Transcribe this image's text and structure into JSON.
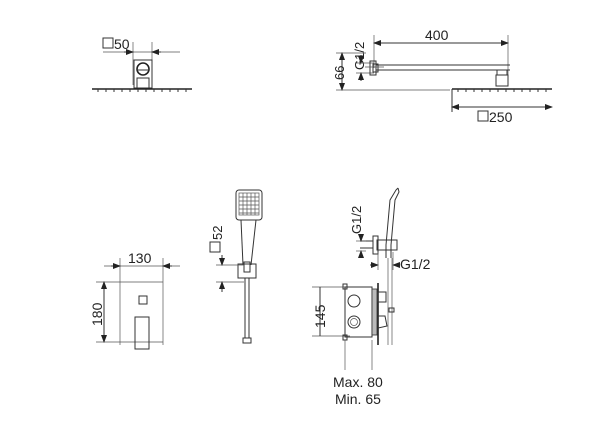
{
  "drawing": {
    "title": "Concealed shower system technical drawing",
    "views": {
      "shower_head_side": {
        "dim_arm_width": "50",
        "dim_arm_width_prefix": "square"
      },
      "shower_arm_side": {
        "arm_length": "400",
        "thread": "G1/2",
        "height_offset": "66",
        "head_size": "250",
        "head_size_prefix": "square"
      },
      "hand_shower": {
        "holder_size": "52",
        "holder_size_prefix": "square"
      },
      "cover_plate_front": {
        "width": "130",
        "height": "180"
      },
      "mixer_side": {
        "inlet_thread": "G1/2",
        "outlet_thread": "G1/2",
        "box_height": "145",
        "depth_max": "Max. 80",
        "depth_min": "Min. 65"
      }
    },
    "colors": {
      "line": "#333333",
      "background": "#ffffff"
    }
  }
}
